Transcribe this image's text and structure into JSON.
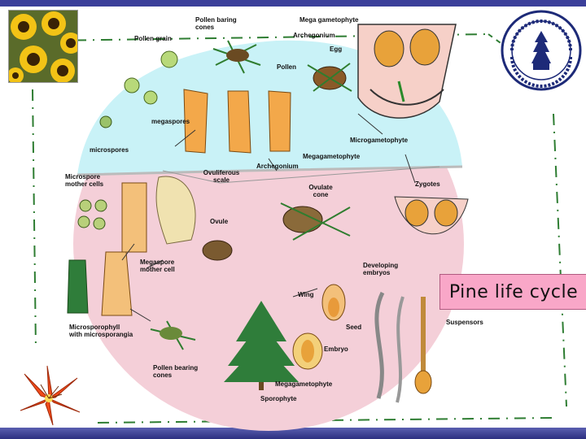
{
  "title": "Pine life cycle",
  "labels": {
    "pollen_bearing_cones_top": "Pollen baring cones",
    "pollen_grain": "Pollen grain",
    "mega_gametophyte": "Mega gametophyte",
    "archegonium_top": "Archegonium",
    "egg": "Egg",
    "pollen": "Pollen",
    "megaspores": "megaspores",
    "microspores": "microspores",
    "microgametophyte": "Microgametophyte",
    "megagametophyte_mid": "Megagametophyte",
    "archegonium_mid": "Archegonium",
    "microspore_mother_cells": "Microspore mother cells",
    "ovuliferous_scale": "Ovuliferous scale",
    "ovulate_cone": "Ovulate cone",
    "zygotes": "Zygotes",
    "ovule": "Ovule",
    "megaspore_mother_cell": "Megaspore mother cell",
    "developing_embryos": "Developing embryos",
    "wing": "Wing",
    "seed": "Seed",
    "suspensors": "Suspensors",
    "microsporophyll": "Microsporophyll with microsporangia",
    "embryo": "Embryo",
    "pollen_bearing_cones_bottom": "Pollen bearing cones",
    "megagametophyte_bottom": "Megagametophyte",
    "sporophyte": "Sporophyte"
  },
  "colors": {
    "haploid_region": "#c9f2f7",
    "diploid_region": "#f4cfd8",
    "title_box": "#f9a7c8",
    "top_bar": "#3b3f9a",
    "dash_border": "#2e7d32"
  }
}
